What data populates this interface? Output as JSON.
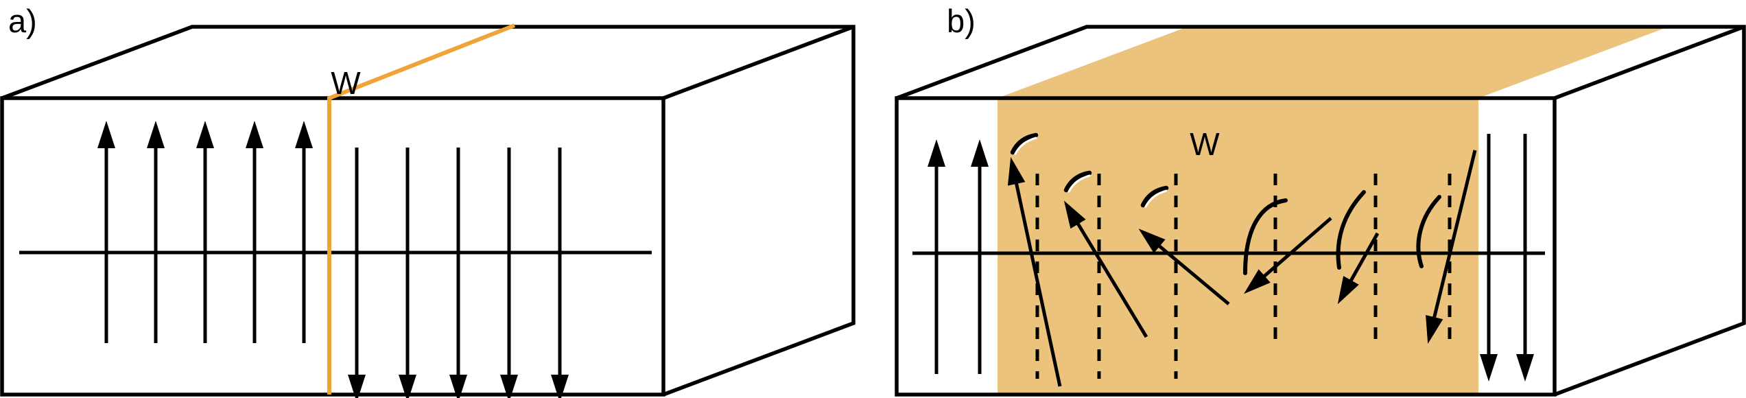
{
  "figure": {
    "panel_a": {
      "label": "a)",
      "wall_label": "W"
    },
    "panel_b": {
      "label": "b)",
      "wall_label": "W"
    }
  },
  "colors": {
    "wall_line": "#F0A438",
    "wall_band": "#ECC37D",
    "ink": "#000000",
    "paper": "#FFFFFF"
  }
}
